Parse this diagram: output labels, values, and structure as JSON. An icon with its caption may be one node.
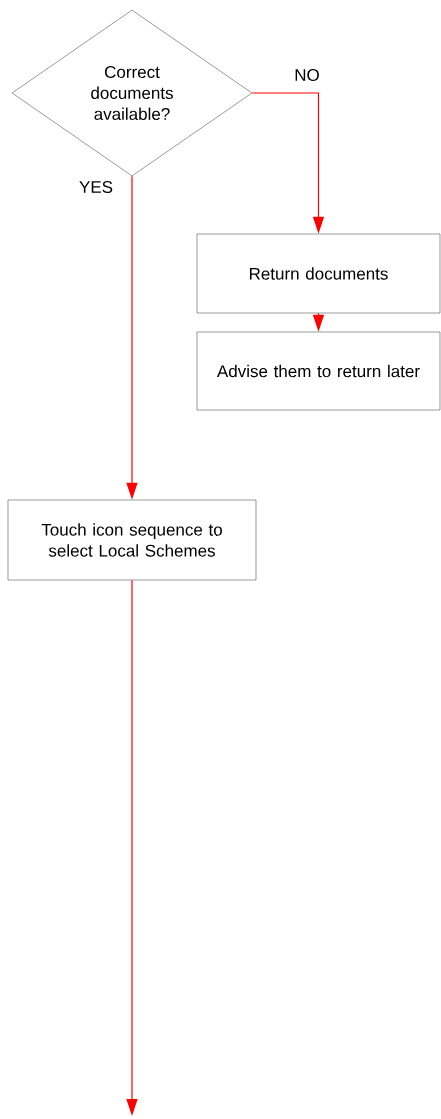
{
  "diagram": {
    "nodes": [
      {
        "text": [
          "Correct documents available?"
        ]
      },
      {
        "text": [
          "Return documents"
        ]
      },
      {
        "text": [
          "Advise them to return later"
        ]
      },
      {
        "text": [
          "Touch icon sequence to select Local Schemes"
        ]
      }
    ],
    "edges": [
      {
        "from": 0,
        "to": 1,
        "arrow": "to",
        "label": "NO"
      },
      {
        "from": 1,
        "to": 2,
        "arrow": "to"
      },
      {
        "from": 0,
        "to": 3,
        "arrow": "to",
        "label": "YES"
      },
      {
        "from": 3,
        "to": null,
        "arrow": "to"
      }
    ]
  }
}
